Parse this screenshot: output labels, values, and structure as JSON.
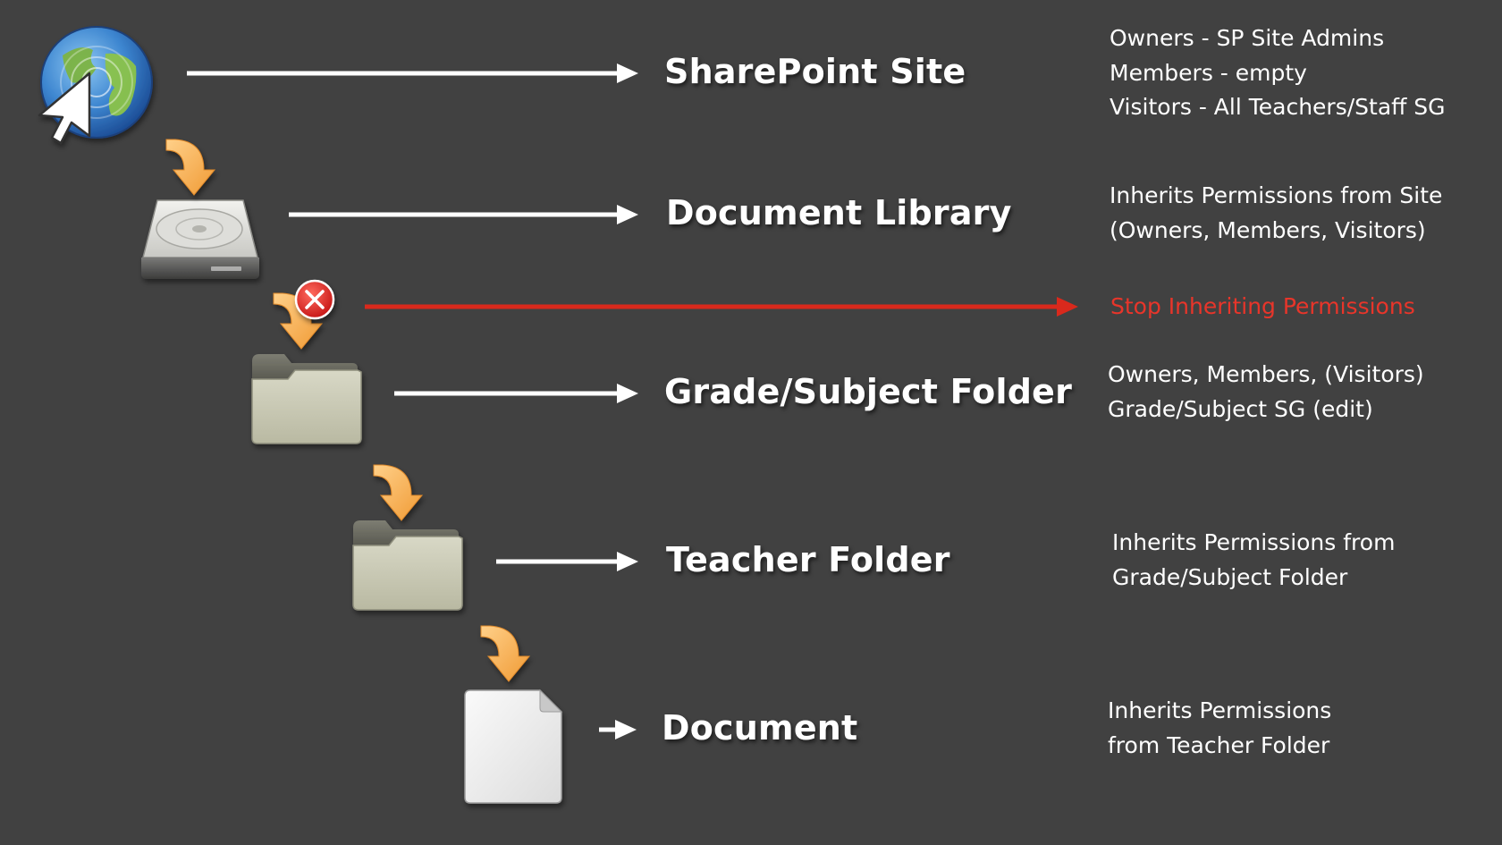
{
  "colors": {
    "background": "#414141",
    "connector": "#ffffff",
    "stop_connector": "#d9291c",
    "stop_text": "#e8352a",
    "inherit_arrow": "#f5a544",
    "stop_badge": "#e02525"
  },
  "levels": [
    {
      "icon": "globe-cursor-icon",
      "label": "SharePoint Site",
      "notes": [
        "Owners - SP Site Admins",
        "Members - empty",
        "Visitors - All Teachers/Staff SG"
      ]
    },
    {
      "icon": "hard-drive-icon",
      "label": "Document Library",
      "notes": [
        "Inherits Permissions from Site",
        "(Owners, Members, Visitors)"
      ]
    },
    {
      "icon": "folder-icon",
      "label": "Grade/Subject Folder",
      "notes": [
        "Owners, Members, (Visitors)",
        "Grade/Subject SG (edit)"
      ]
    },
    {
      "icon": "folder-icon",
      "label": "Teacher Folder",
      "notes": [
        "Inherits Permissions from",
        "Grade/Subject Folder"
      ]
    },
    {
      "icon": "document-icon",
      "label": "Document",
      "notes": [
        "Inherits Permissions",
        "from Teacher Folder"
      ]
    }
  ],
  "stop_inheritance": {
    "icon": "stop-x-icon",
    "label": "Stop Inheriting Permissions"
  }
}
